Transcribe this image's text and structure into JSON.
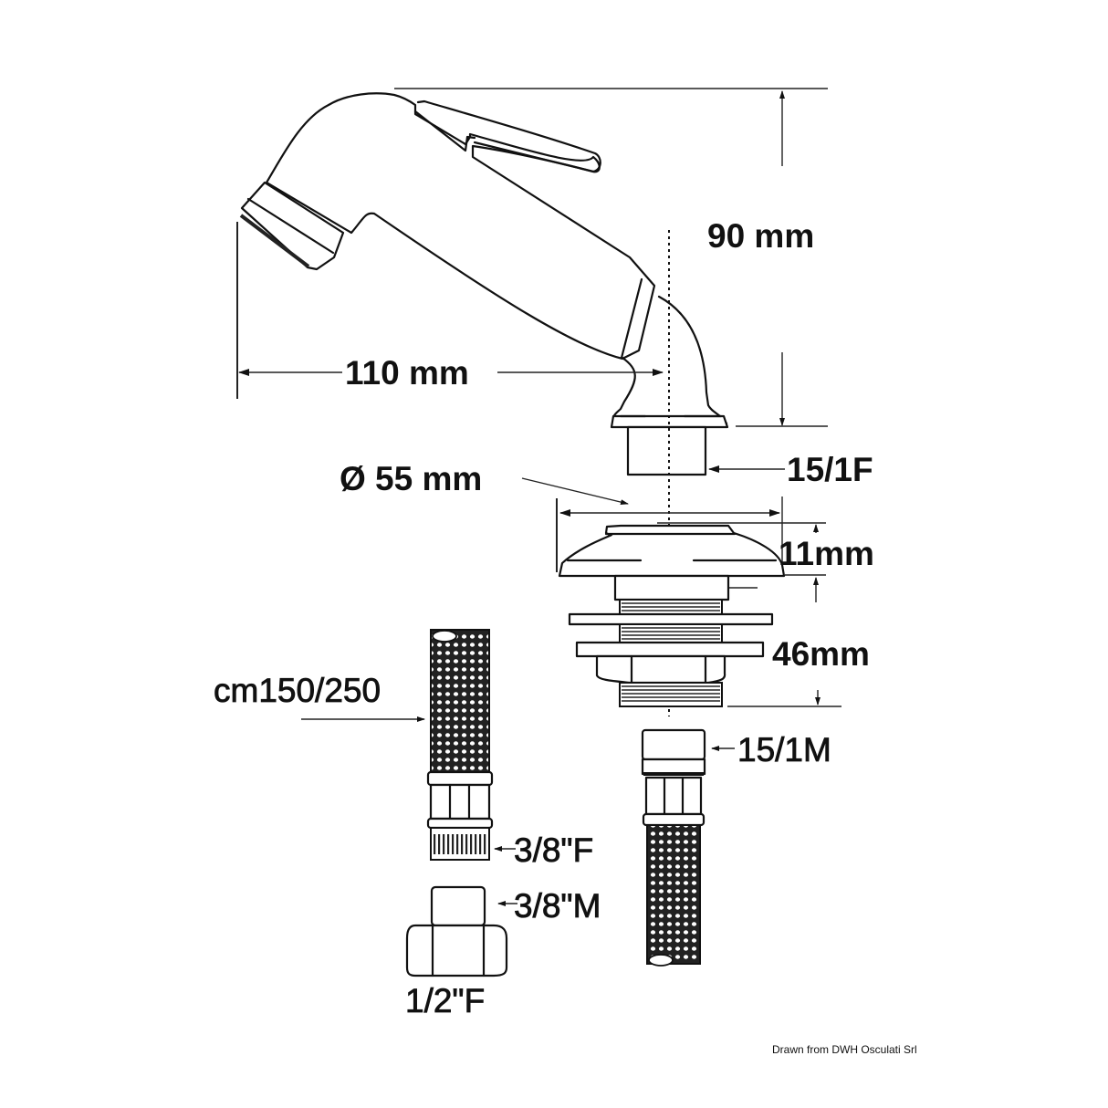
{
  "diagram": {
    "subject": "Shower handset with deck fitting and flexible hoses",
    "dimensions": {
      "height": "90 mm",
      "length": "110 mm",
      "diameter": "Ø 55 mm",
      "flange_height": "11mm",
      "thread_length": "46mm"
    },
    "connectors": {
      "handset_outlet": "15/1F",
      "fitting_outlet": "15/1M",
      "hose_length": "cm150/250",
      "hose_end_female": "3/8\"F",
      "adapter_male": "3/8\"M",
      "adapter_female": "1/2\"F"
    },
    "credit": "Drawn from DWH Osculati Srl",
    "colors": {
      "line": "#111111",
      "background": "#ffffff"
    }
  }
}
